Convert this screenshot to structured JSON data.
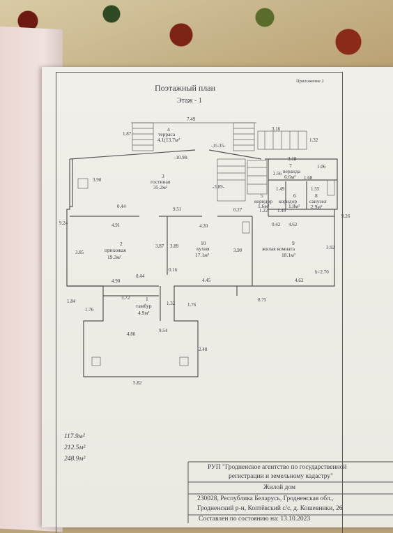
{
  "document": {
    "appendix_label": "Приложение 2",
    "title": "Поэтажный план",
    "floor_label": "Этаж - 1"
  },
  "rooms": [
    {
      "number": "4",
      "name": "терраса",
      "area": "4.1(13.7м²"
    },
    {
      "number": "3",
      "name": "гостиная",
      "area": "35.2м²"
    },
    {
      "number": "7",
      "name": "веранда",
      "area": "6.6м²"
    },
    {
      "number": "6",
      "name": "коридор",
      "area": "1.8м²"
    },
    {
      "number": "5",
      "name": "коридор",
      "area": "1.6м²"
    },
    {
      "number": "8",
      "name": "санузел",
      "area": "2.9м²"
    },
    {
      "number": "2",
      "name": "прихожая",
      "area": "19.3м²"
    },
    {
      "number": "10",
      "name": "кухня",
      "area": "17.1м²"
    },
    {
      "number": "9",
      "name": "жилая комната",
      "area": "18.1м²"
    },
    {
      "number": "1",
      "name": "тамбур",
      "area": "4.9м²"
    }
  ],
  "dimensions": [
    "7.49",
    "3.16",
    "1.87",
    "1.32",
    "-15.35-",
    "-10.98-",
    "3.18",
    "3.90",
    "2.56",
    "1.06",
    "-3.89-",
    "1.68",
    "1.49",
    "1.55",
    "1.22",
    "1.49",
    "0.27",
    "9.51",
    "0.44",
    "4.91",
    "4.20",
    "4.62",
    "0.42",
    "9.24",
    "9.26",
    "3.85",
    "3.87",
    "3.89",
    "3.90",
    "3.92",
    "h=2.70",
    "0.16",
    "4.90",
    "0.44",
    "4.45",
    "4.63",
    "1.84",
    "3.72",
    "1.32",
    "1.76",
    "8.75",
    "1.76",
    "4.80",
    "9.54",
    "2.48",
    "5.82"
  ],
  "area_totals": [
    "117.9м²",
    "212.5м²",
    "248.9м²"
  ],
  "stamp": {
    "organization_line1": "РУП \"Гродненское агентство по государственной",
    "organization_line2": "регистрации  и земельному кадастру\"",
    "object_type": "Жилой дом",
    "address_line1": "230028, Республика Беларусь, Гродненская обл.,",
    "address_line2": "Гродненский р-н, Коптёвский с/с, д. Кошевники, 26",
    "compiled_line": "Составлен по состоянию на: 13.10.2023"
  }
}
